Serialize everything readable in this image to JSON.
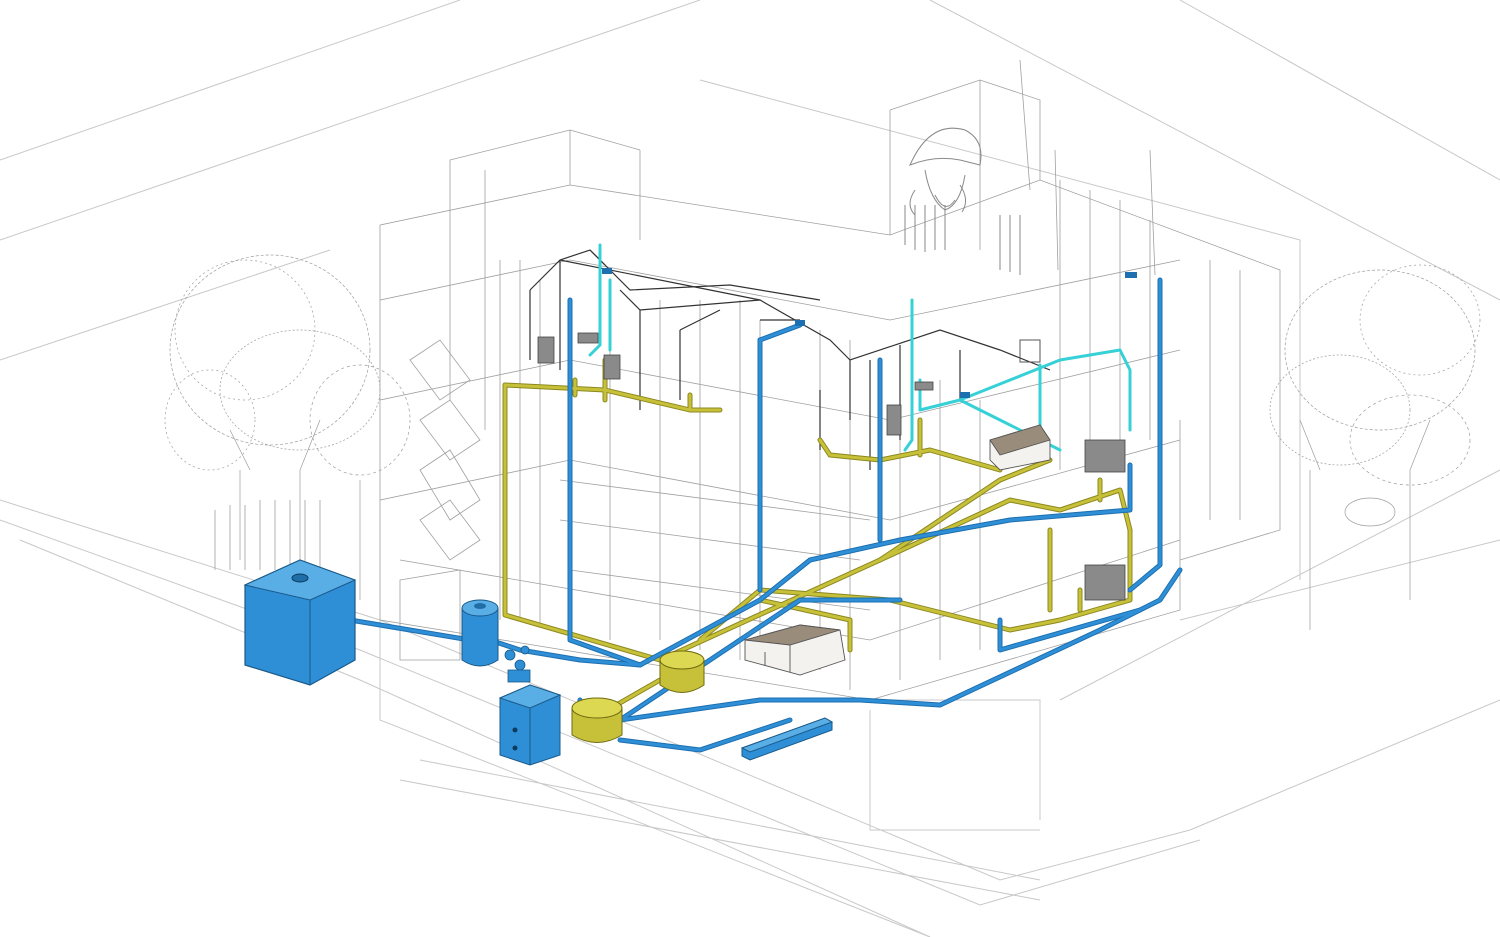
{
  "view": {
    "style": "isometric-wireframe-mep",
    "background": "#ffffff"
  },
  "colors": {
    "context_lines": "#9a9a9a",
    "context_lines_light": "#c8c8c8",
    "water_supply": "#2f8fd6",
    "water_supply_dark": "#1d6fb0",
    "cold_water_cyan": "#36d1d6",
    "drainage": "#b7b230",
    "drainage_dark": "#8c8820",
    "vent_lines": "#333333",
    "tank_fill": "#2f8fd6",
    "tank_fill_dark": "#1f6ea8",
    "drain_sump_fill": "#c7c13a",
    "fixture_fill": "#8a8a8a",
    "box_fill": "#f4f2ee"
  },
  "legend_semantics": {
    "systems": [
      "water-supply",
      "cold-water",
      "drainage",
      "vent"
    ]
  }
}
